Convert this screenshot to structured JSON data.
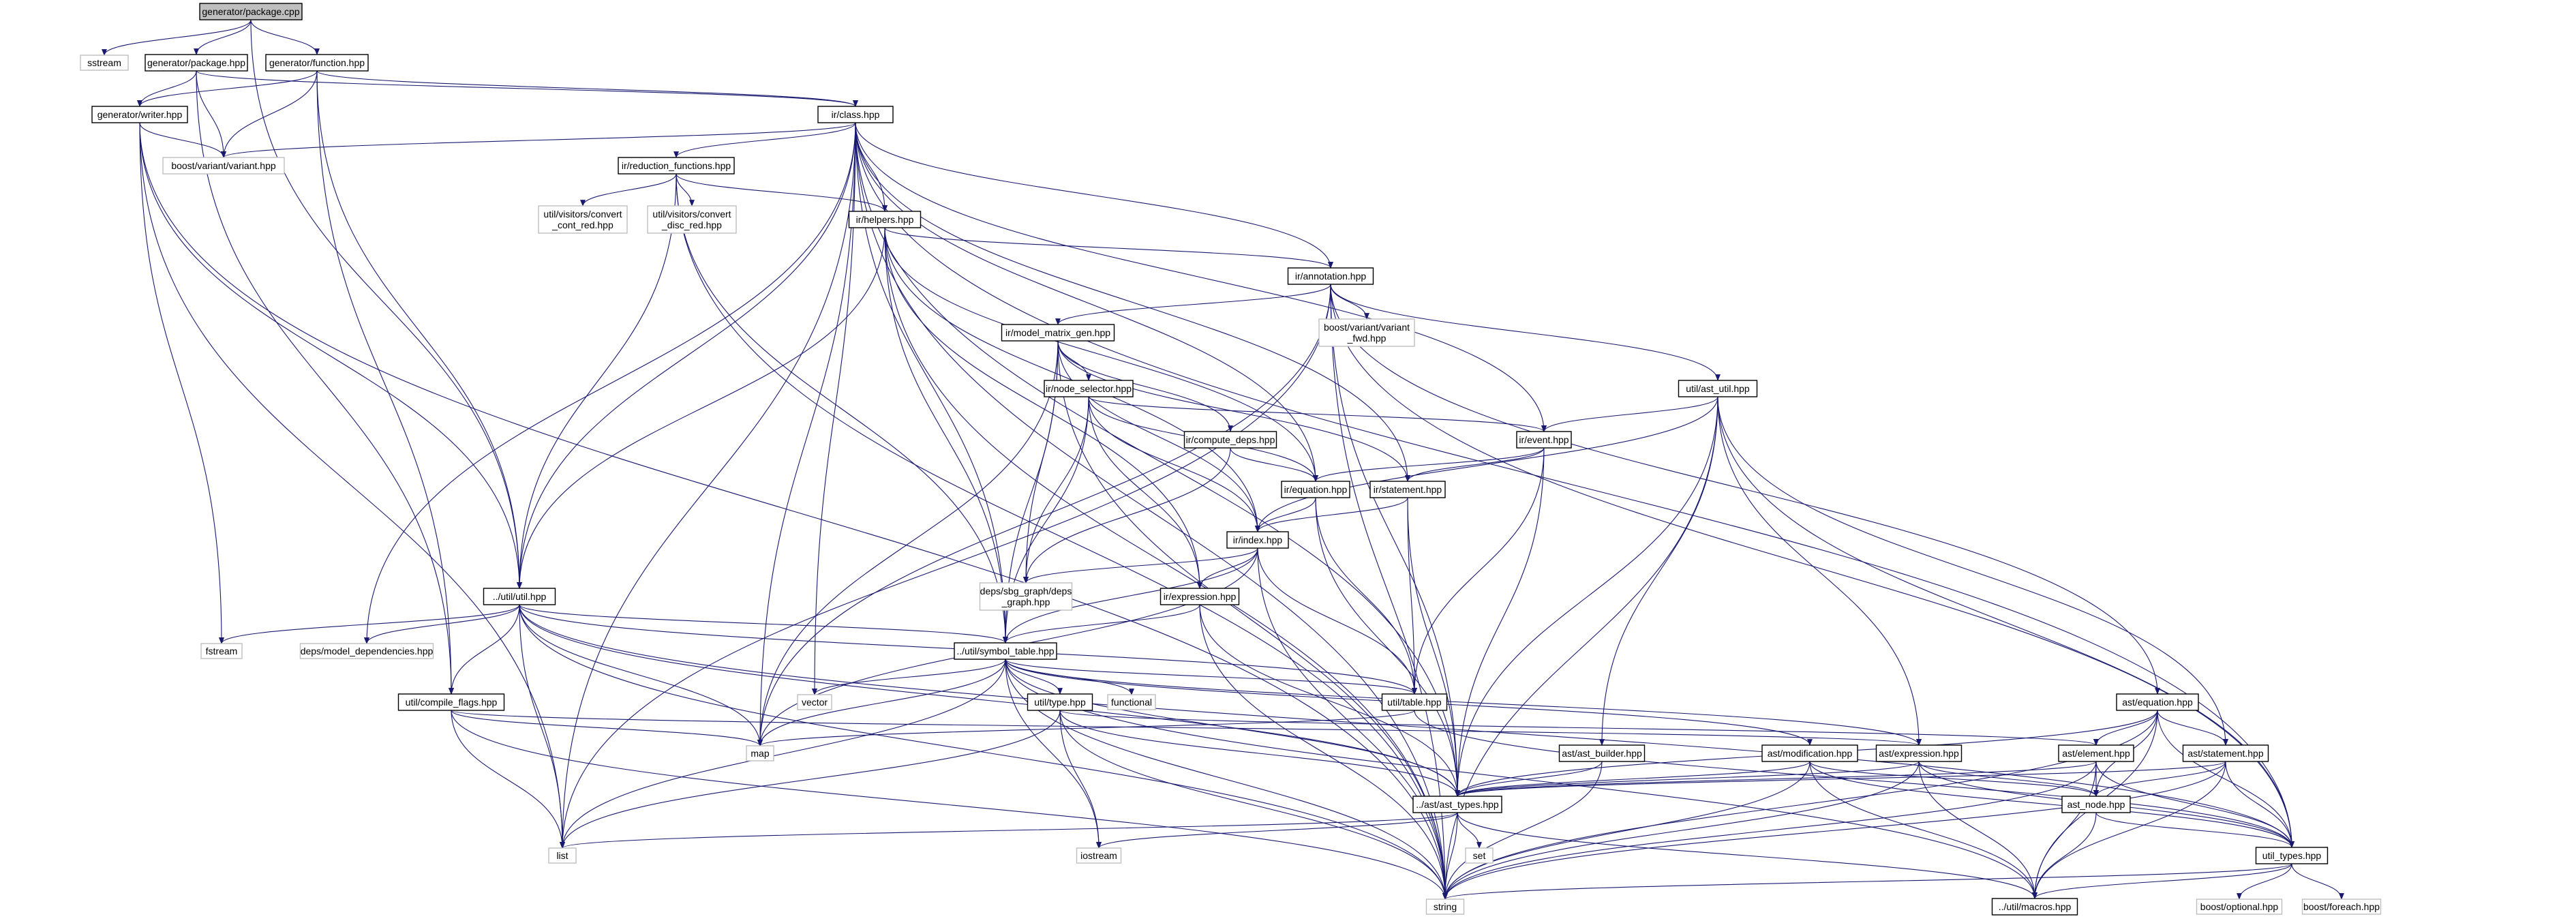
{
  "graph": {
    "edge_color": "#191970",
    "root_fill": "#bfbfbf",
    "external_border": "#bfbfbf",
    "internal_border": "#000000",
    "nodes": [
      {
        "id": "n_root",
        "lines": [
          "generator/package.cpp"
        ],
        "kind": "root"
      },
      {
        "id": "n_sstream",
        "lines": [
          "sstream"
        ],
        "kind": "external"
      },
      {
        "id": "n_genpkg",
        "lines": [
          "generator/package.hpp"
        ],
        "kind": "internal"
      },
      {
        "id": "n_genfn",
        "lines": [
          "generator/function.hpp"
        ],
        "kind": "internal"
      },
      {
        "id": "n_genwr",
        "lines": [
          "generator/writer.hpp"
        ],
        "kind": "internal"
      },
      {
        "id": "n_bvariant",
        "lines": [
          "boost/variant/variant.hpp"
        ],
        "kind": "external"
      },
      {
        "id": "n_irclass",
        "lines": [
          "ir/class.hpp"
        ],
        "kind": "internal"
      },
      {
        "id": "n_irred",
        "lines": [
          "ir/reduction_functions.hpp"
        ],
        "kind": "internal"
      },
      {
        "id": "n_uvcont",
        "lines": [
          "util/visitors/convert",
          "_cont_red.hpp"
        ],
        "kind": "external"
      },
      {
        "id": "n_uvdisc",
        "lines": [
          "util/visitors/convert",
          "_disc_red.hpp"
        ],
        "kind": "external"
      },
      {
        "id": "n_irhelp",
        "lines": [
          "ir/helpers.hpp"
        ],
        "kind": "internal"
      },
      {
        "id": "n_irann",
        "lines": [
          "ir/annotation.hpp"
        ],
        "kind": "internal"
      },
      {
        "id": "n_bvfwd",
        "lines": [
          "boost/variant/variant",
          "_fwd.hpp"
        ],
        "kind": "external"
      },
      {
        "id": "n_irmmg",
        "lines": [
          "ir/model_matrix_gen.hpp"
        ],
        "kind": "internal"
      },
      {
        "id": "n_utilast",
        "lines": [
          "util/ast_util.hpp"
        ],
        "kind": "internal"
      },
      {
        "id": "n_irns",
        "lines": [
          "ir/node_selector.hpp"
        ],
        "kind": "internal"
      },
      {
        "id": "n_ircd",
        "lines": [
          "ir/compute_deps.hpp"
        ],
        "kind": "internal"
      },
      {
        "id": "n_irevent",
        "lines": [
          "ir/event.hpp"
        ],
        "kind": "internal"
      },
      {
        "id": "n_ireq",
        "lines": [
          "ir/equation.hpp"
        ],
        "kind": "internal"
      },
      {
        "id": "n_irst",
        "lines": [
          "ir/statement.hpp"
        ],
        "kind": "internal"
      },
      {
        "id": "n_irindex",
        "lines": [
          "ir/index.hpp"
        ],
        "kind": "internal"
      },
      {
        "id": "n_sbg",
        "lines": [
          "deps/sbg_graph/deps",
          "_graph.hpp"
        ],
        "kind": "external"
      },
      {
        "id": "n_irexpr",
        "lines": [
          "ir/expression.hpp"
        ],
        "kind": "internal"
      },
      {
        "id": "n_utilutil",
        "lines": "../util/util.hpp",
        "kind": "internal"
      },
      {
        "id": "n_fstream",
        "lines": [
          "fstream"
        ],
        "kind": "external"
      },
      {
        "id": "n_depsmd",
        "lines": [
          "deps/model_dependencies.hpp"
        ],
        "kind": "external"
      },
      {
        "id": "n_symtab",
        "lines": "../util/symbol_table.hpp",
        "kind": "internal"
      },
      {
        "id": "n_vector",
        "lines": [
          "vector"
        ],
        "kind": "external"
      },
      {
        "id": "n_functional",
        "lines": [
          "functional"
        ],
        "kind": "external"
      },
      {
        "id": "n_utiltable",
        "lines": [
          "util/table.hpp"
        ],
        "kind": "internal"
      },
      {
        "id": "n_compflags",
        "lines": [
          "util/compile_flags.hpp"
        ],
        "kind": "internal"
      },
      {
        "id": "n_utiltype",
        "lines": [
          "util/type.hpp"
        ],
        "kind": "internal"
      },
      {
        "id": "n_map",
        "lines": [
          "map"
        ],
        "kind": "external"
      },
      {
        "id": "n_astbuild",
        "lines": [
          "ast/ast_builder.hpp"
        ],
        "kind": "internal"
      },
      {
        "id": "n_astmod",
        "lines": [
          "ast/modification.hpp"
        ],
        "kind": "internal"
      },
      {
        "id": "n_astexpr",
        "lines": [
          "ast/expression.hpp"
        ],
        "kind": "internal"
      },
      {
        "id": "n_asteq",
        "lines": [
          "ast/equation.hpp"
        ],
        "kind": "internal"
      },
      {
        "id": "n_astel",
        "lines": [
          "ast/element.hpp"
        ],
        "kind": "internal"
      },
      {
        "id": "n_aststmt",
        "lines": [
          "ast/statement.hpp"
        ],
        "kind": "internal"
      },
      {
        "id": "n_asttypes",
        "lines": "../ast/ast_types.hpp",
        "kind": "internal"
      },
      {
        "id": "n_astnode",
        "lines": [
          "ast_node.hpp"
        ],
        "kind": "internal"
      },
      {
        "id": "n_list",
        "lines": [
          "list"
        ],
        "kind": "external"
      },
      {
        "id": "n_iostream",
        "lines": [
          "iostream"
        ],
        "kind": "external"
      },
      {
        "id": "n_set",
        "lines": [
          "set"
        ],
        "kind": "external"
      },
      {
        "id": "n_utiltypes",
        "lines": [
          "util_types.hpp"
        ],
        "kind": "internal"
      },
      {
        "id": "n_string",
        "lines": [
          "string"
        ],
        "kind": "external"
      },
      {
        "id": "n_macros",
        "lines": "../util/macros.hpp",
        "kind": "internal"
      },
      {
        "id": "n_boptional",
        "lines": [
          "boost/optional.hpp"
        ],
        "kind": "external"
      },
      {
        "id": "n_bforeach",
        "lines": [
          "boost/foreach.hpp"
        ],
        "kind": "external"
      }
    ],
    "edges": [
      [
        "n_root",
        "n_sstream"
      ],
      [
        "n_root",
        "n_genpkg"
      ],
      [
        "n_root",
        "n_genfn"
      ],
      [
        "n_root",
        "n_utilutil"
      ],
      [
        "n_genpkg",
        "n_genwr"
      ],
      [
        "n_genpkg",
        "n_bvariant"
      ],
      [
        "n_genpkg",
        "n_irclass"
      ],
      [
        "n_genpkg",
        "n_compflags"
      ],
      [
        "n_genfn",
        "n_genwr"
      ],
      [
        "n_genfn",
        "n_bvariant"
      ],
      [
        "n_genfn",
        "n_irclass"
      ],
      [
        "n_genfn",
        "n_utilutil"
      ],
      [
        "n_genfn",
        "n_compflags"
      ],
      [
        "n_genwr",
        "n_bvariant"
      ],
      [
        "n_genwr",
        "n_utilutil"
      ],
      [
        "n_genwr",
        "n_fstream"
      ],
      [
        "n_genwr",
        "n_list"
      ],
      [
        "n_genwr",
        "n_string"
      ],
      [
        "n_irclass",
        "n_bvariant"
      ],
      [
        "n_irclass",
        "n_irred"
      ],
      [
        "n_irclass",
        "n_irhelp"
      ],
      [
        "n_irclass",
        "n_irann"
      ],
      [
        "n_irclass",
        "n_irevent"
      ],
      [
        "n_irclass",
        "n_ireq"
      ],
      [
        "n_irclass",
        "n_irst"
      ],
      [
        "n_irclass",
        "n_utilutil"
      ],
      [
        "n_irclass",
        "n_depsmd"
      ],
      [
        "n_irclass",
        "n_symtab"
      ],
      [
        "n_irclass",
        "n_vector"
      ],
      [
        "n_irclass",
        "n_map"
      ],
      [
        "n_irclass",
        "n_asttypes"
      ],
      [
        "n_irclass",
        "n_list"
      ],
      [
        "n_irclass",
        "n_utiltypes"
      ],
      [
        "n_irclass",
        "n_string"
      ],
      [
        "n_irred",
        "n_uvcont"
      ],
      [
        "n_irred",
        "n_uvdisc"
      ],
      [
        "n_irred",
        "n_irhelp"
      ],
      [
        "n_irred",
        "n_utilutil"
      ],
      [
        "n_irred",
        "n_symtab"
      ],
      [
        "n_irred",
        "n_string"
      ],
      [
        "n_irhelp",
        "n_irann"
      ],
      [
        "n_irhelp",
        "n_ireq"
      ],
      [
        "n_irhelp",
        "n_irindex"
      ],
      [
        "n_irhelp",
        "n_irexpr"
      ],
      [
        "n_irhelp",
        "n_symtab"
      ],
      [
        "n_irhelp",
        "n_utilutil"
      ],
      [
        "n_irhelp",
        "n_string"
      ],
      [
        "n_irann",
        "n_bvfwd"
      ],
      [
        "n_irann",
        "n_irmmg"
      ],
      [
        "n_irann",
        "n_utilast"
      ],
      [
        "n_irann",
        "n_asteq"
      ],
      [
        "n_irann",
        "n_map"
      ],
      [
        "n_irann",
        "n_list"
      ],
      [
        "n_irann",
        "n_asttypes"
      ],
      [
        "n_irann",
        "n_utiltypes"
      ],
      [
        "n_irann",
        "n_string"
      ],
      [
        "n_irmmg",
        "n_irns"
      ],
      [
        "n_irmmg",
        "n_ircd"
      ],
      [
        "n_irmmg",
        "n_irst"
      ],
      [
        "n_irmmg",
        "n_sbg"
      ],
      [
        "n_irmmg",
        "n_symtab"
      ],
      [
        "n_irmmg",
        "n_map"
      ],
      [
        "n_irmmg",
        "n_string"
      ],
      [
        "n_irmmg",
        "n_irindex"
      ],
      [
        "n_irns",
        "n_irevent"
      ],
      [
        "n_irns",
        "n_ireq"
      ],
      [
        "n_irns",
        "n_irindex"
      ],
      [
        "n_irns",
        "n_sbg"
      ],
      [
        "n_irns",
        "n_irexpr"
      ],
      [
        "n_irns",
        "n_symtab"
      ],
      [
        "n_ircd",
        "n_ireq"
      ],
      [
        "n_ircd",
        "n_sbg"
      ],
      [
        "n_utilast",
        "n_irevent"
      ],
      [
        "n_utilast",
        "n_irindex"
      ],
      [
        "n_utilast",
        "n_astbuild"
      ],
      [
        "n_utilast",
        "n_astexpr"
      ],
      [
        "n_utilast",
        "n_aststmt"
      ],
      [
        "n_utilast",
        "n_asttypes"
      ],
      [
        "n_utilast",
        "n_utiltypes"
      ],
      [
        "n_utilast",
        "n_string"
      ],
      [
        "n_irevent",
        "n_ireq"
      ],
      [
        "n_irevent",
        "n_irst"
      ],
      [
        "n_irevent",
        "n_utiltable"
      ],
      [
        "n_irevent",
        "n_asttypes"
      ],
      [
        "n_ireq",
        "n_irindex"
      ],
      [
        "n_ireq",
        "n_utiltable"
      ],
      [
        "n_ireq",
        "n_asttypes"
      ],
      [
        "n_irst",
        "n_irindex"
      ],
      [
        "n_irst",
        "n_utiltable"
      ],
      [
        "n_irst",
        "n_asttypes"
      ],
      [
        "n_irindex",
        "n_sbg"
      ],
      [
        "n_irindex",
        "n_irexpr"
      ],
      [
        "n_irindex",
        "n_symtab"
      ],
      [
        "n_irindex",
        "n_utiltable"
      ],
      [
        "n_irindex",
        "n_map"
      ],
      [
        "n_irindex",
        "n_string"
      ],
      [
        "n_irexpr",
        "n_symtab"
      ],
      [
        "n_irexpr",
        "n_asttypes"
      ],
      [
        "n_irexpr",
        "n_string"
      ],
      [
        "n_utilutil",
        "n_fstream"
      ],
      [
        "n_utilutil",
        "n_depsmd"
      ],
      [
        "n_utilutil",
        "n_symtab"
      ],
      [
        "n_utilutil",
        "n_compflags"
      ],
      [
        "n_utilutil",
        "n_map"
      ],
      [
        "n_utilutil",
        "n_list"
      ],
      [
        "n_utilutil",
        "n_asttypes"
      ],
      [
        "n_utilutil",
        "n_utiltable"
      ],
      [
        "n_utilutil",
        "n_utiltypes"
      ],
      [
        "n_utilutil",
        "n_string"
      ],
      [
        "n_symtab",
        "n_vector"
      ],
      [
        "n_symtab",
        "n_functional"
      ],
      [
        "n_symtab",
        "n_utiltable"
      ],
      [
        "n_symtab",
        "n_utiltype"
      ],
      [
        "n_symtab",
        "n_map"
      ],
      [
        "n_symtab",
        "n_list"
      ],
      [
        "n_symtab",
        "n_asttypes"
      ],
      [
        "n_symtab",
        "n_astmod"
      ],
      [
        "n_symtab",
        "n_astexpr"
      ],
      [
        "n_symtab",
        "n_iostream"
      ],
      [
        "n_symtab",
        "n_string"
      ],
      [
        "n_symtab",
        "n_macros"
      ],
      [
        "n_utiltable",
        "n_map"
      ],
      [
        "n_utiltable",
        "n_utiltypes"
      ],
      [
        "n_compflags",
        "n_map"
      ],
      [
        "n_compflags",
        "n_list"
      ],
      [
        "n_compflags",
        "n_string"
      ],
      [
        "n_compflags",
        "n_astexpr"
      ],
      [
        "n_utiltype",
        "n_asttypes"
      ],
      [
        "n_utiltype",
        "n_list"
      ],
      [
        "n_utiltype",
        "n_iostream"
      ],
      [
        "n_utiltype",
        "n_string"
      ],
      [
        "n_utiltype",
        "n_astel"
      ],
      [
        "n_astbuild",
        "n_asttypes"
      ],
      [
        "n_astbuild",
        "n_string"
      ],
      [
        "n_astmod",
        "n_asttypes"
      ],
      [
        "n_astmod",
        "n_astnode"
      ],
      [
        "n_astmod",
        "n_utiltypes"
      ],
      [
        "n_astmod",
        "n_string"
      ],
      [
        "n_astmod",
        "n_macros"
      ],
      [
        "n_astexpr",
        "n_asttypes"
      ],
      [
        "n_astexpr",
        "n_astnode"
      ],
      [
        "n_astexpr",
        "n_utiltypes"
      ],
      [
        "n_astexpr",
        "n_string"
      ],
      [
        "n_astexpr",
        "n_macros"
      ],
      [
        "n_asteq",
        "n_astel"
      ],
      [
        "n_asteq",
        "n_aststmt"
      ],
      [
        "n_asteq",
        "n_astnode"
      ],
      [
        "n_asteq",
        "n_asttypes"
      ],
      [
        "n_asteq",
        "n_utiltypes"
      ],
      [
        "n_asteq",
        "n_string"
      ],
      [
        "n_asteq",
        "n_macros"
      ],
      [
        "n_astel",
        "n_astnode"
      ],
      [
        "n_astel",
        "n_asttypes"
      ],
      [
        "n_astel",
        "n_utiltypes"
      ],
      [
        "n_astel",
        "n_string"
      ],
      [
        "n_astel",
        "n_macros"
      ],
      [
        "n_aststmt",
        "n_astnode"
      ],
      [
        "n_aststmt",
        "n_asttypes"
      ],
      [
        "n_aststmt",
        "n_utiltypes"
      ],
      [
        "n_aststmt",
        "n_string"
      ],
      [
        "n_aststmt",
        "n_macros"
      ],
      [
        "n_asttypes",
        "n_list"
      ],
      [
        "n_asttypes",
        "n_iostream"
      ],
      [
        "n_asttypes",
        "n_set"
      ],
      [
        "n_asttypes",
        "n_string"
      ],
      [
        "n_asttypes",
        "n_macros"
      ],
      [
        "n_astnode",
        "n_utiltypes"
      ],
      [
        "n_astnode",
        "n_macros"
      ],
      [
        "n_utiltypes",
        "n_string"
      ],
      [
        "n_utiltypes",
        "n_macros"
      ],
      [
        "n_utiltypes",
        "n_boptional"
      ],
      [
        "n_utiltypes",
        "n_bforeach"
      ]
    ]
  }
}
